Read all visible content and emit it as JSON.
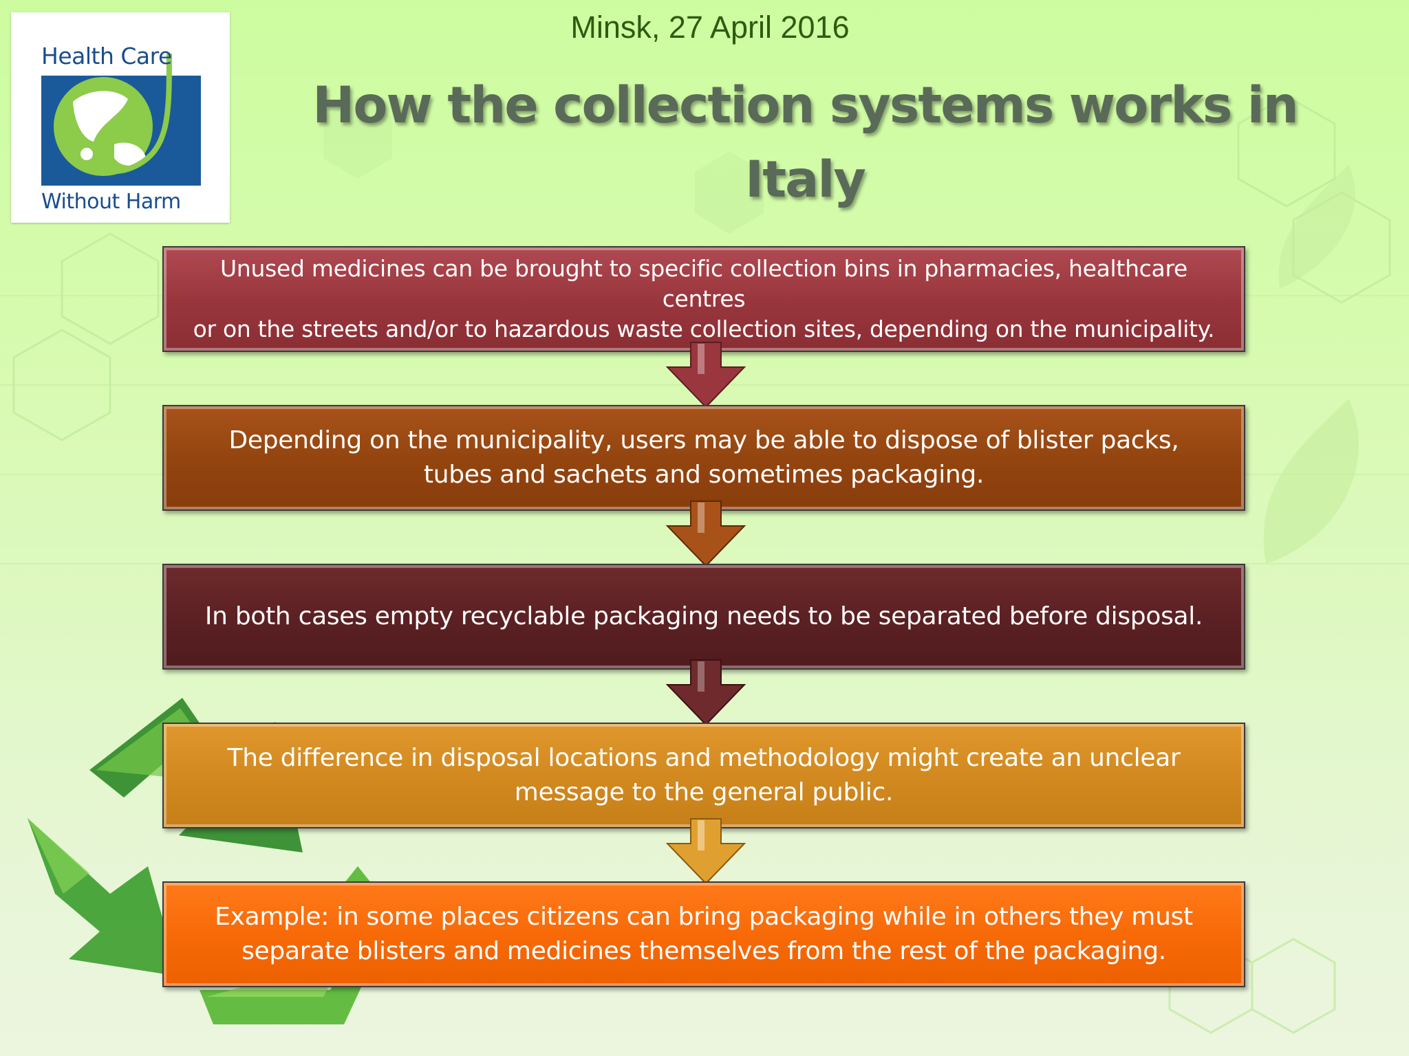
{
  "header": {
    "location_date": "Minsk, 27 April 2016",
    "title_line1": "How the collection systems works in",
    "title_line2": "Italy"
  },
  "logo": {
    "top_text": "Health Care",
    "bottom_text": "Without Harm",
    "icon": "globe-stethoscope-icon"
  },
  "flow": {
    "steps": [
      {
        "line1": "Unused medicines can be brought to specific collection bins in pharmacies, healthcare centres",
        "line2": "or on the streets and/or to hazardous waste collection sites, depending on the municipality."
      },
      {
        "line1": "Depending on the municipality, users may be able to dispose of blister packs,",
        "line2": "tubes and sachets and sometimes packaging."
      },
      {
        "line1": "In both cases empty recyclable packaging needs to be separated before disposal."
      },
      {
        "line1": "The difference in disposal locations and methodology might create an unclear",
        "line2": "message to the general public."
      },
      {
        "line1": "Example: in some places citizens can bring packaging while in others they must",
        "line2": "separate blisters and medicines themselves from the rest of the packaging."
      }
    ]
  },
  "colors": {
    "step1": "#9a363d",
    "step2": "#94450f",
    "step3": "#5c2124",
    "step4": "#d28a20",
    "step5": "#f86a08",
    "background": "#d6fbae",
    "recycle_symbol": "#5bb82e"
  },
  "decorations": {
    "background_symbol": "recycle-icon"
  }
}
